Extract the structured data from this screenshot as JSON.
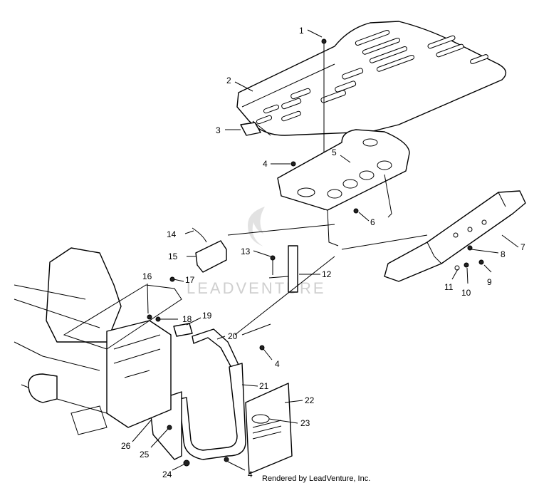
{
  "footer": {
    "rendered_by": "Rendered by LeadVenture, Inc."
  },
  "watermark": {
    "text": "LEADVENTURE"
  },
  "callouts": [
    {
      "id": "1",
      "label": "1"
    },
    {
      "id": "2",
      "label": "2"
    },
    {
      "id": "3",
      "label": "3"
    },
    {
      "id": "4a",
      "label": "4"
    },
    {
      "id": "5",
      "label": "5"
    },
    {
      "id": "6",
      "label": "6"
    },
    {
      "id": "7",
      "label": "7"
    },
    {
      "id": "8",
      "label": "8"
    },
    {
      "id": "9",
      "label": "9"
    },
    {
      "id": "10",
      "label": "10"
    },
    {
      "id": "11",
      "label": "11"
    },
    {
      "id": "12",
      "label": "12"
    },
    {
      "id": "13",
      "label": "13"
    },
    {
      "id": "14",
      "label": "14"
    },
    {
      "id": "15",
      "label": "15"
    },
    {
      "id": "16",
      "label": "16"
    },
    {
      "id": "17",
      "label": "17"
    },
    {
      "id": "18",
      "label": "18"
    },
    {
      "id": "19",
      "label": "19"
    },
    {
      "id": "20",
      "label": "20"
    },
    {
      "id": "4b",
      "label": "4"
    },
    {
      "id": "21",
      "label": "21"
    },
    {
      "id": "22",
      "label": "22"
    },
    {
      "id": "23",
      "label": "23"
    },
    {
      "id": "26",
      "label": "26"
    },
    {
      "id": "25",
      "label": "25"
    },
    {
      "id": "24",
      "label": "24"
    },
    {
      "id": "4c",
      "label": "4"
    }
  ]
}
